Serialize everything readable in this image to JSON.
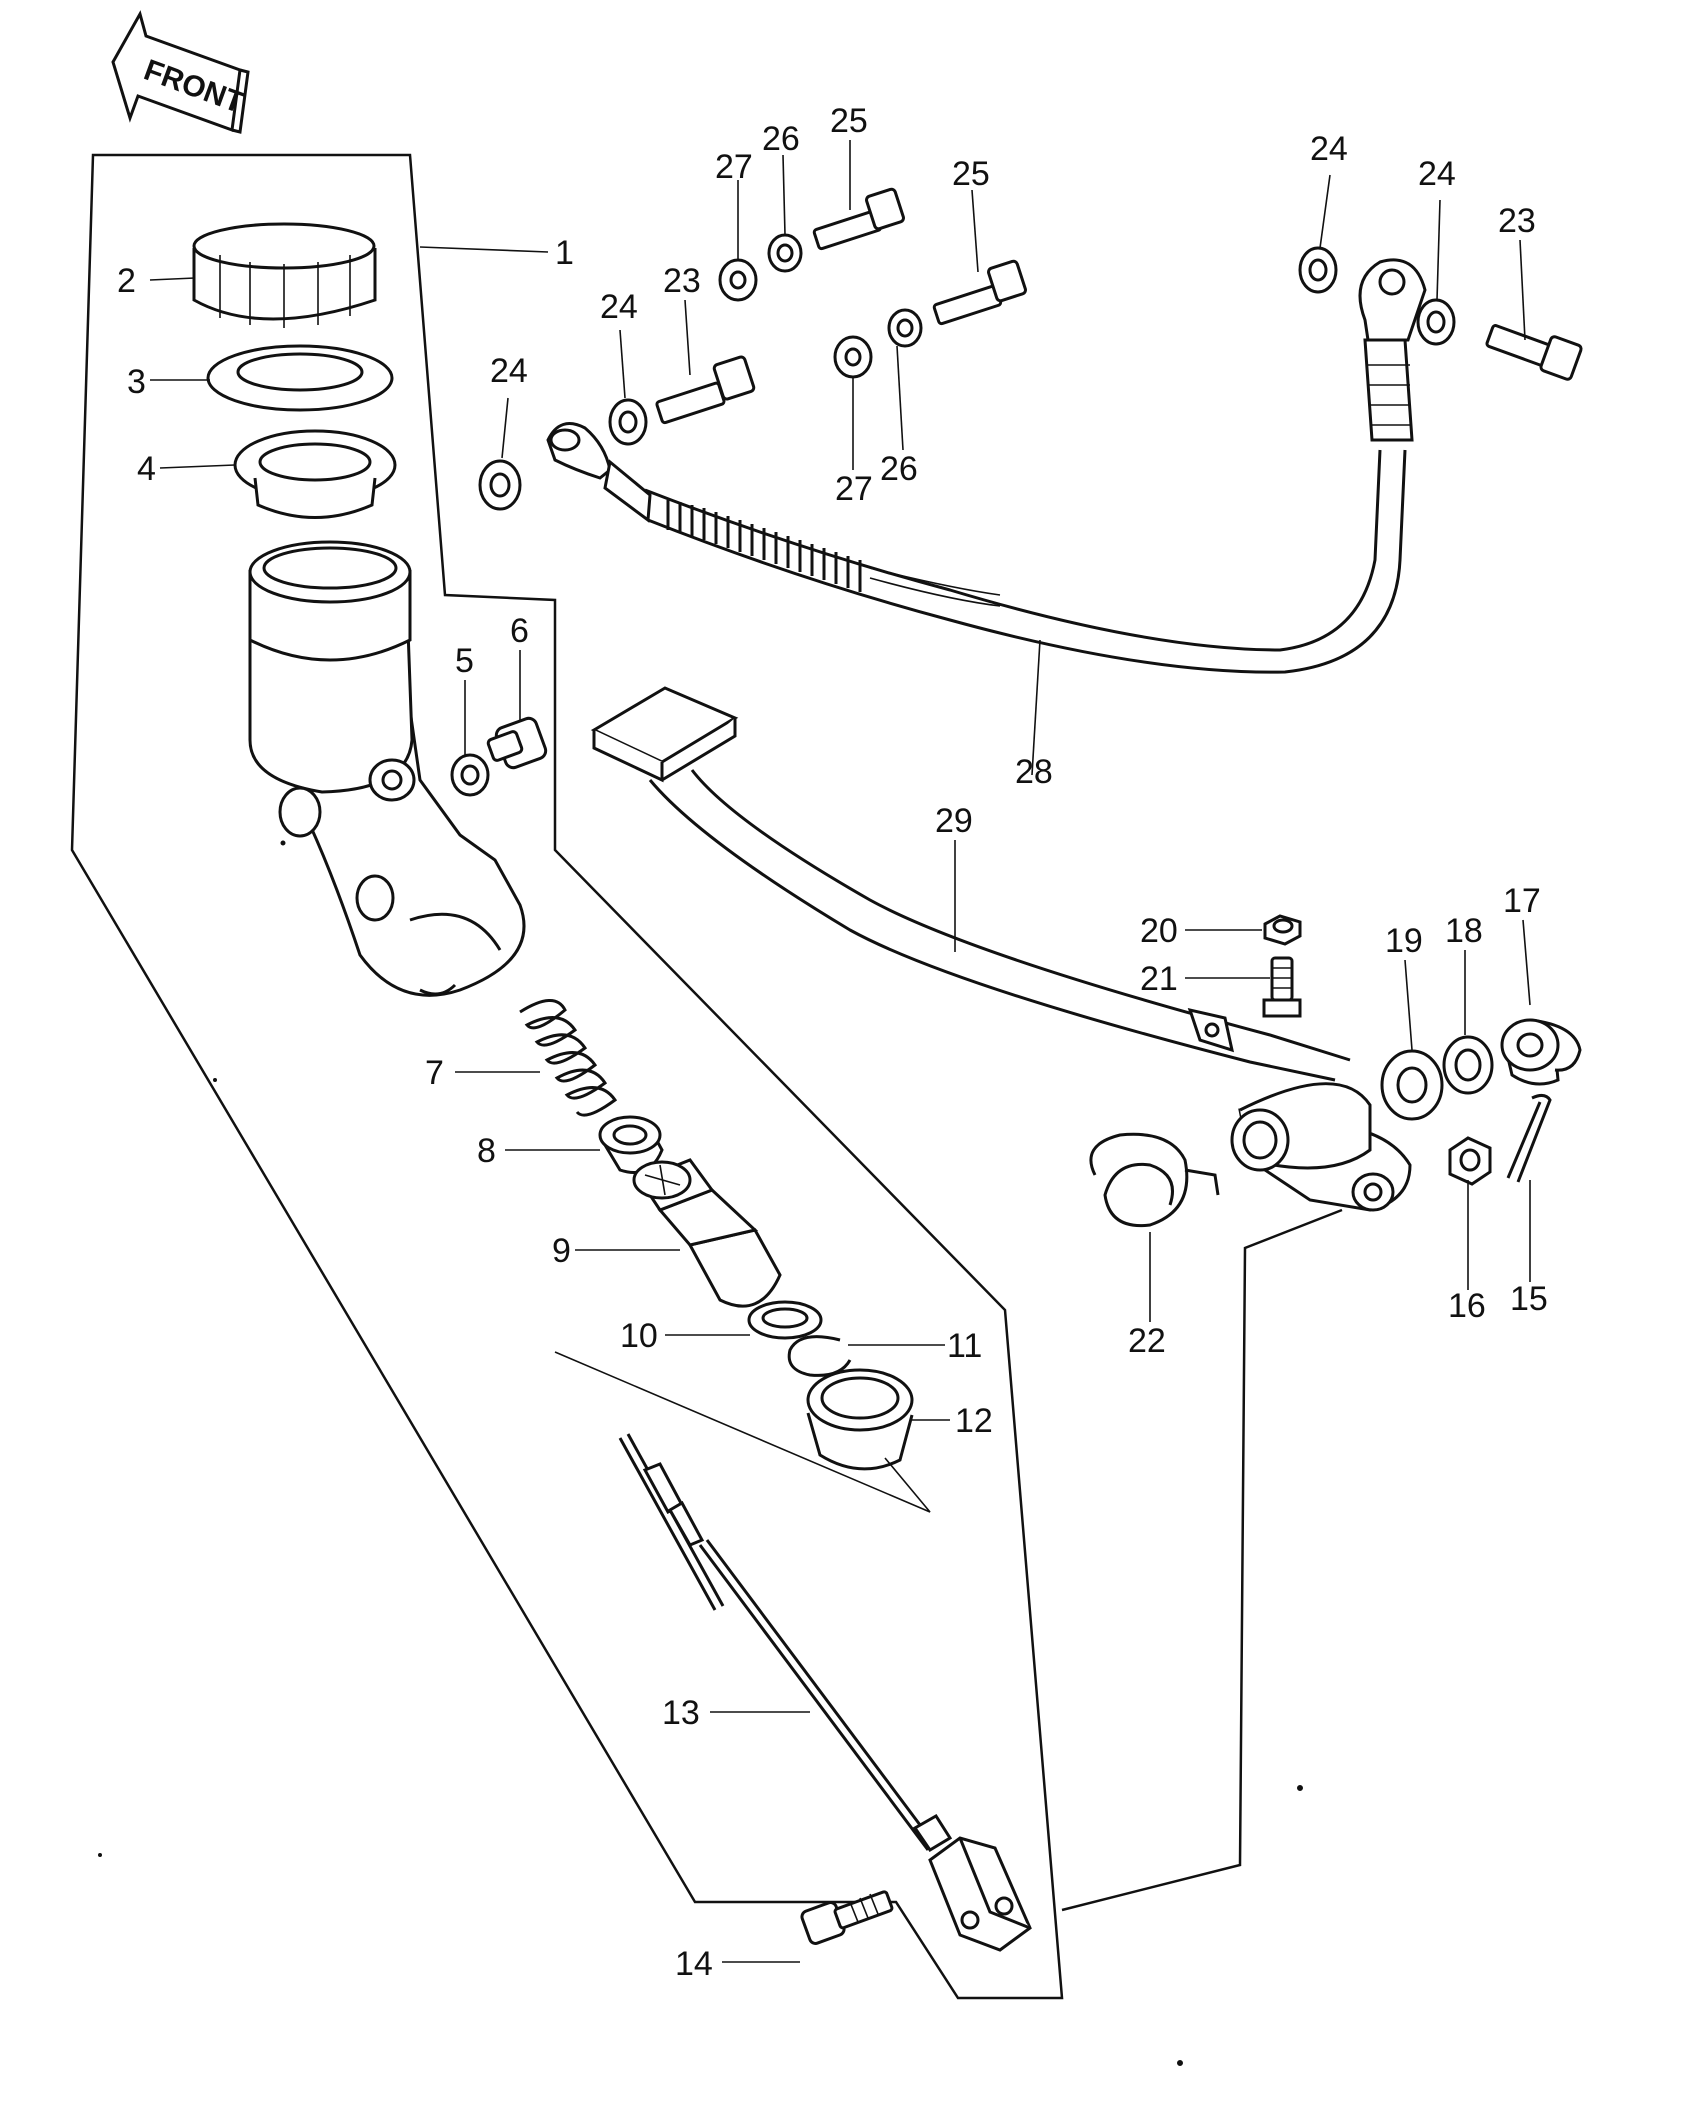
{
  "front_arrow": {
    "label": "FRONT"
  },
  "labels": {
    "p1": "1",
    "p2": "2",
    "p3": "3",
    "p4": "4",
    "p5": "5",
    "p6": "6",
    "p7": "7",
    "p8": "8",
    "p9": "9",
    "p10": "10",
    "p11": "11",
    "p12": "12",
    "p13": "13",
    "p14": "14",
    "p15": "15",
    "p16": "16",
    "p17": "17",
    "p18": "18",
    "p19": "19",
    "p20": "20",
    "p21": "21",
    "p22": "22",
    "p23": "23",
    "p24": "24",
    "p25": "25",
    "p26": "26",
    "p27": "27",
    "p28": "28",
    "p29": "29"
  }
}
